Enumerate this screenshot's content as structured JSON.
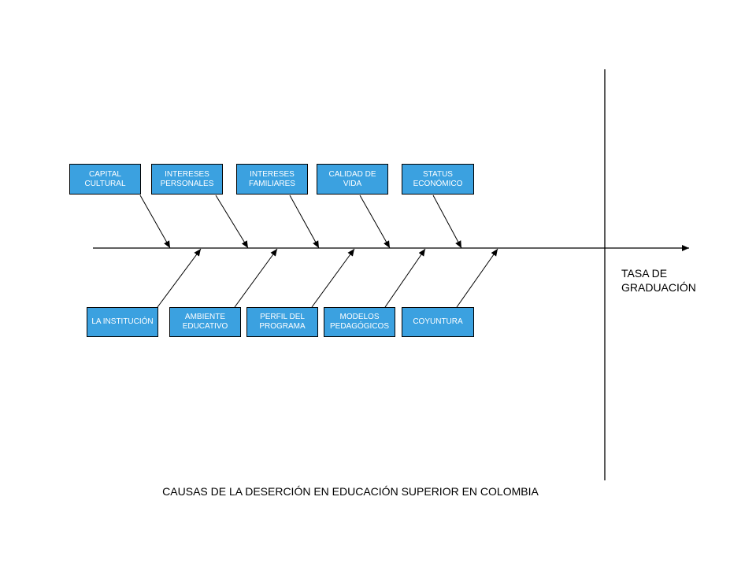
{
  "diagram": {
    "title": "CAUSAS DE LA DESERCIÓN EN EDUCACIÓN SUPERIOR EN COLOMBIA",
    "effect": "TASA DE\nGRADUACIÓN",
    "box_color": "#3ba1e0",
    "top_causes": [
      {
        "label": "CAPITAL\nCULTURAL"
      },
      {
        "label": "INTERESES\nPERSONALES"
      },
      {
        "label": "INTERESES\nFAMILIARES"
      },
      {
        "label": "CALIDAD DE\nVIDA"
      },
      {
        "label": "STATUS\nECONÓMICO"
      }
    ],
    "bottom_causes": [
      {
        "label": "LA INSTITUCIÓN"
      },
      {
        "label": "AMBIENTE\nEDUCATIVO"
      },
      {
        "label": "PERFIL DEL\nPROGRAMA"
      },
      {
        "label": "MODELOS\nPEDAGÓGICOS"
      },
      {
        "label": "COYUNTURA"
      }
    ]
  }
}
